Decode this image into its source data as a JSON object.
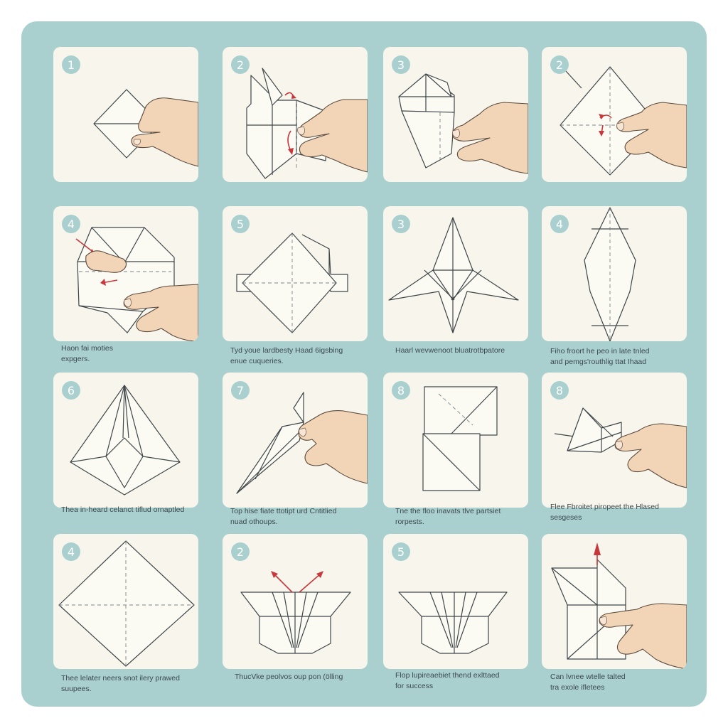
{
  "steps": [
    {
      "number": "1",
      "caption": ""
    },
    {
      "number": "2",
      "caption": ""
    },
    {
      "number": "3",
      "caption": ""
    },
    {
      "number": "2",
      "caption": ""
    },
    {
      "number": "4",
      "caption": "Haon fai moties\nexpgers."
    },
    {
      "number": "5",
      "caption": "Tyd youe lardbesty Haad  6igsbing\nenue cuqueries."
    },
    {
      "number": "3",
      "caption": "Haarl wevwenoot bluatrotbpatore"
    },
    {
      "number": "4",
      "caption": "Fiho froort he peo in late tnled\nand pemgs'routhlig ttat Ihaad"
    },
    {
      "number": "6",
      "caption": "Thea in-heard celanct tiflud ornaptled"
    },
    {
      "number": "7",
      "caption": "Top hise fiate ttotipt urd Cntitlied\nnuad othoups."
    },
    {
      "number": "8",
      "caption": "Tne the floo inavats tlve partsiet\nrorpests."
    },
    {
      "number": "8",
      "caption": "Flee Fbroitet piropeet the Hlased\nsesgeses"
    },
    {
      "number": "4",
      "caption": "Thee lelater neers snot ilery prawed\nsuupees."
    },
    {
      "number": "2",
      "caption": "ThucVke peolvos oup pon (ölling"
    },
    {
      "number": "5",
      "caption": "Flop lupireaebiet thend exlttaed\nfor success"
    },
    {
      "number": "",
      "caption": "Can lvnee wtelle talted\ntra exole ifletees"
    }
  ]
}
